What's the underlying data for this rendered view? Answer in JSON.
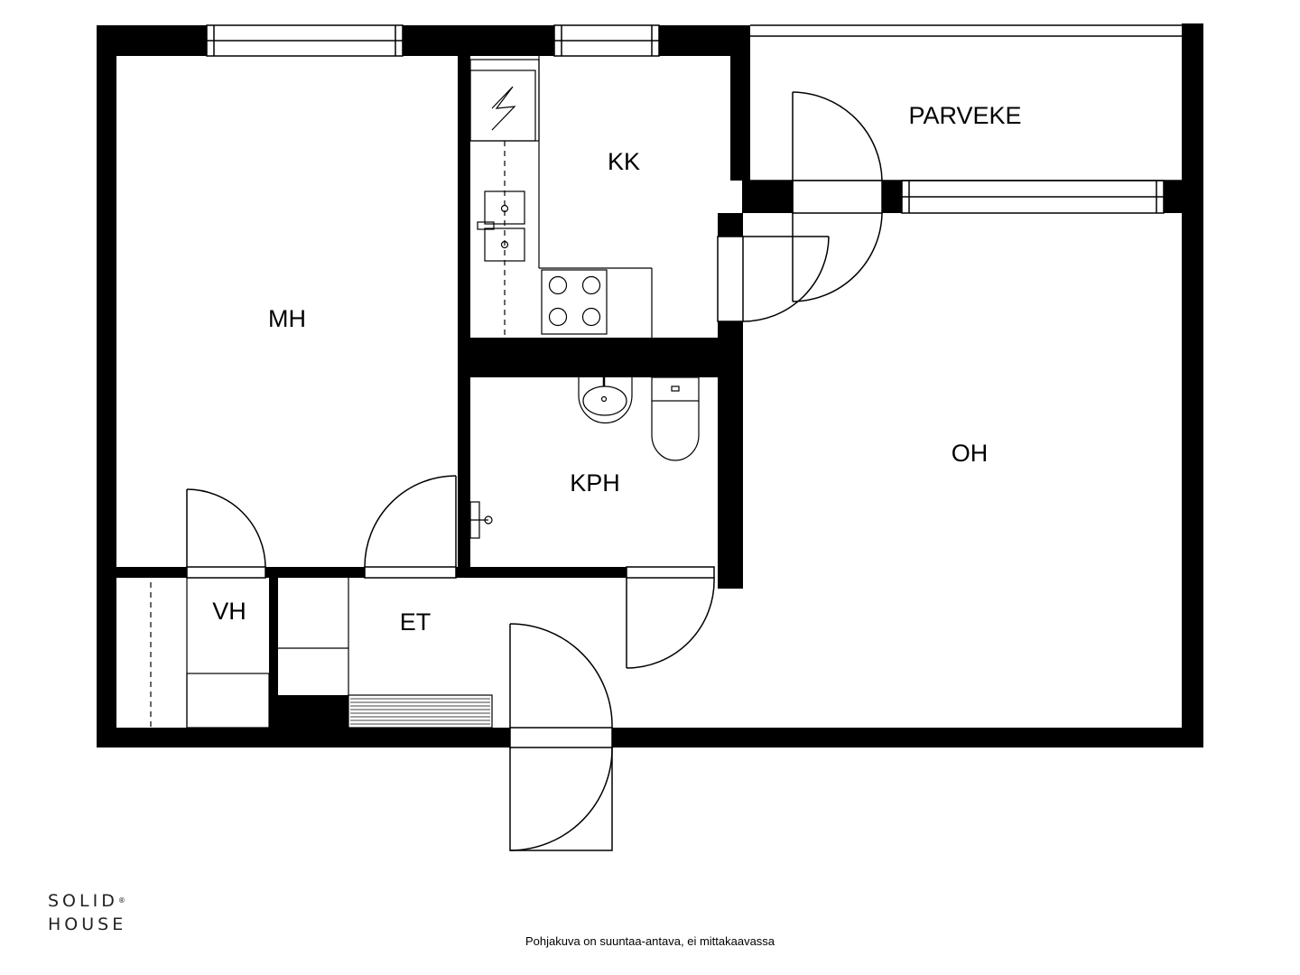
{
  "rooms": {
    "mh": "MH",
    "kk": "KK",
    "parveke": "PARVEKE",
    "oh": "OH",
    "kph": "KPH",
    "vh": "VH",
    "et": "ET"
  },
  "logo": {
    "line1": "SOLID",
    "registered": "®",
    "line2": "HOUSE"
  },
  "disclaimer": "Pohjakuva on suuntaa-antava, ei mittakaavassa",
  "colors": {
    "wall": "#000000",
    "line": "#000000",
    "background": "#ffffff"
  }
}
